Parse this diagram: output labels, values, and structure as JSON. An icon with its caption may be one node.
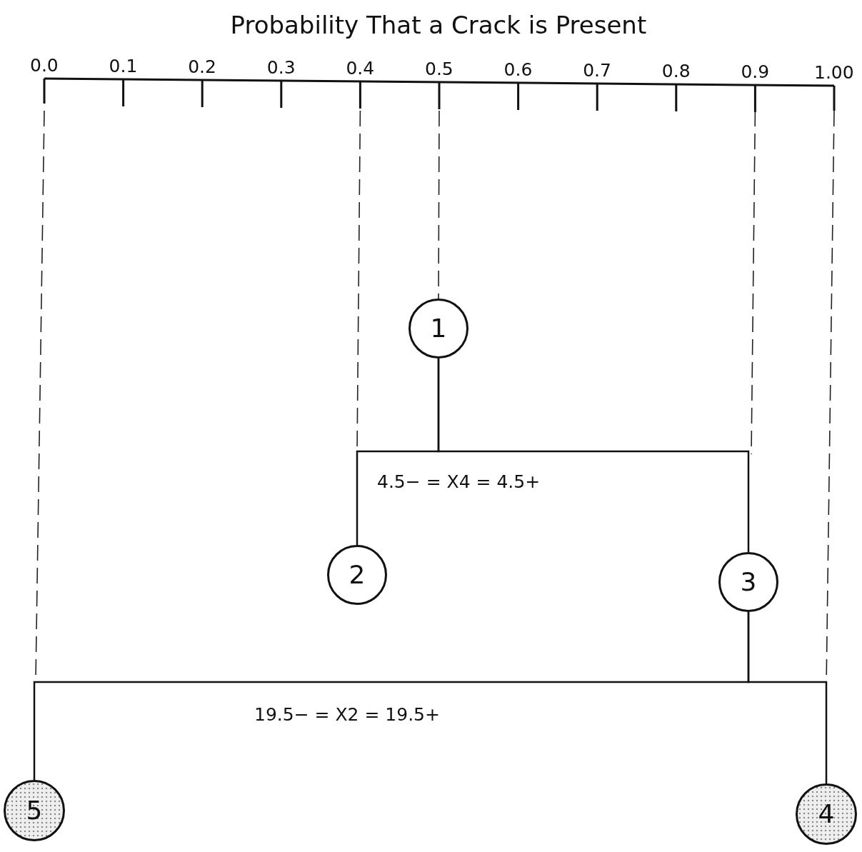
{
  "diagram": {
    "title": "Probability That a Crack is Present",
    "nodes": [
      {
        "text": [
          "1"
        ]
      },
      {
        "text": [
          "2"
        ]
      },
      {
        "text": [
          "3"
        ]
      },
      {
        "text": [
          "4"
        ]
      },
      {
        "text": [
          "5"
        ]
      }
    ],
    "edges": [
      {
        "from": 0,
        "to": 1,
        "arrow": "none"
      },
      {
        "from": 0,
        "to": 2,
        "arrow": "none"
      },
      {
        "from": 2,
        "to": 4,
        "arrow": "none"
      },
      {
        "from": 2,
        "to": 3,
        "arrow": "none"
      }
    ],
    "labels": [
      "0.0",
      "0.1",
      "0.2",
      "0.3",
      "0.4",
      "0.5",
      "0.6",
      "0.7",
      "0.8",
      "0.9",
      "1.00",
      "4.5− = X4 = 4.5+",
      "19.5− = X2 = 19.5+"
    ]
  }
}
